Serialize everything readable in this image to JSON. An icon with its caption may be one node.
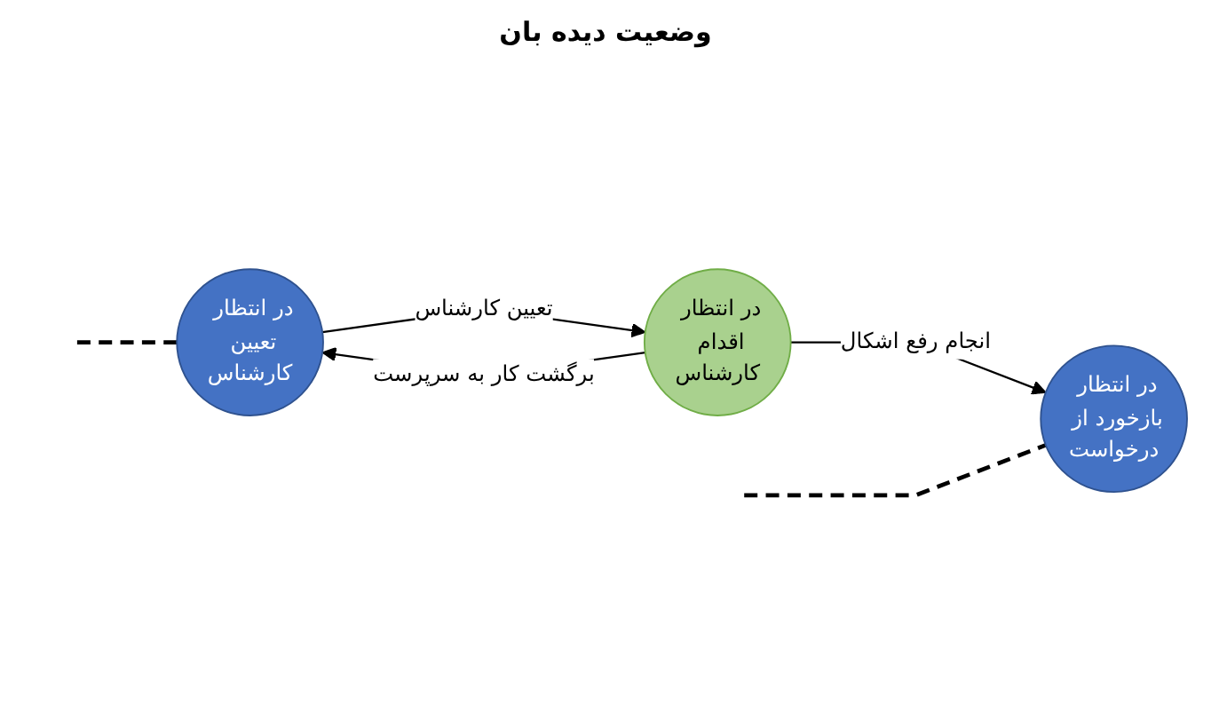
{
  "diagram": {
    "title": "وضعیت دیده بان",
    "nodes": [
      {
        "text": [
          "در انتظار تعیین کارشناس"
        ]
      },
      {
        "text": [
          "در انتظار اقدام کارشناس"
        ]
      },
      {
        "text": [
          "در انتظار بازخورد از درخواست"
        ]
      }
    ],
    "edges": [
      {
        "from": null,
        "to": 0,
        "arrow": "none",
        "style": "dashed"
      },
      {
        "from": 0,
        "to": 1,
        "arrow": "to",
        "label": "تعیین کارشناس"
      },
      {
        "from": 1,
        "to": 0,
        "arrow": "to",
        "label": "برگشت کار به سرپرست"
      },
      {
        "from": 1,
        "to": 2,
        "arrow": "to",
        "label": "انجام رفع اشکال"
      },
      {
        "from": null,
        "to": 2,
        "arrow": "none",
        "style": "dashed"
      }
    ]
  }
}
